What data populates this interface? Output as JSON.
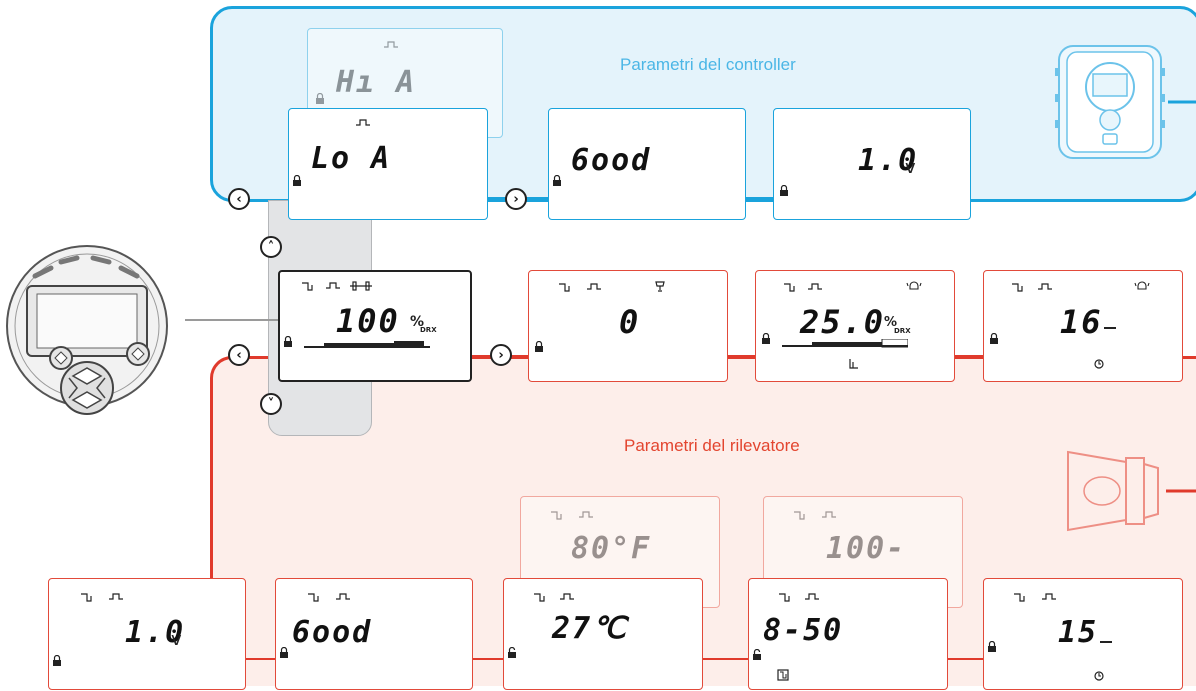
{
  "controller": {
    "title": "Parametri del controller",
    "screens": [
      {
        "id": "hi-a",
        "value": "Hı  A",
        "unit": ""
      },
      {
        "id": "lo-a",
        "value": "Lo  A",
        "unit": ""
      },
      {
        "id": "good",
        "value": "6ood",
        "unit": ""
      },
      {
        "id": "voltage",
        "value": "1.0",
        "unit": "v"
      }
    ]
  },
  "detector": {
    "title": "Parametri del rilevatore",
    "main_screen": {
      "value": "100",
      "unit": "%",
      "subunit": "DRX"
    },
    "row1": [
      {
        "id": "zero",
        "value": "0",
        "unit": ""
      },
      {
        "id": "alarm-level",
        "value": "25.0",
        "unit": "%",
        "subunit": "DRX"
      },
      {
        "id": "time",
        "value": "16",
        "unit": ""
      }
    ],
    "row2": [
      {
        "id": "voltage",
        "value": "1.0",
        "unit": "v"
      },
      {
        "id": "good",
        "value": "6ood",
        "unit": ""
      },
      {
        "id": "temp-c",
        "value": "27℃",
        "unit": ""
      },
      {
        "id": "range",
        "value": "8-50",
        "unit": ""
      },
      {
        "id": "time2",
        "value": "15",
        "unit": ""
      }
    ],
    "faded": [
      {
        "id": "temp-f",
        "value": "80°F"
      },
      {
        "id": "hundred",
        "value": "100-"
      }
    ]
  },
  "colors": {
    "controller": "#1aa3dc",
    "detector": "#e03a2c"
  },
  "icons": [
    "pulse-icon",
    "lock-icon",
    "unlock-icon",
    "tab-icon",
    "bell-icon",
    "clock-icon",
    "trophy-icon",
    "barbell-icon"
  ]
}
